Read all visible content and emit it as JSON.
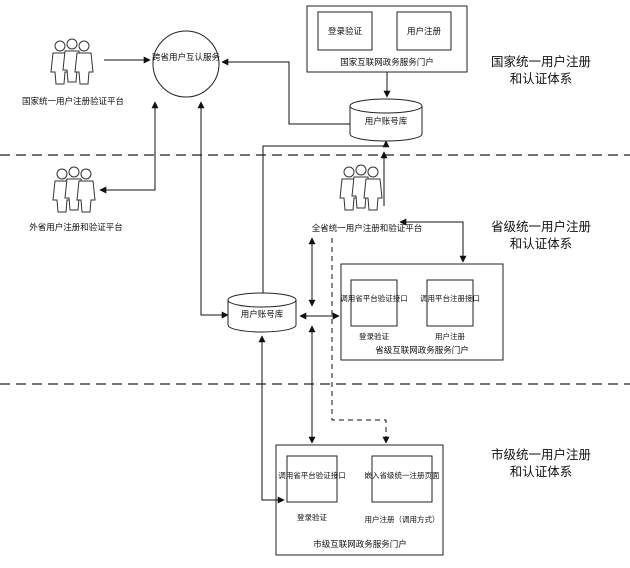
{
  "national": {
    "user_cluster_label": "国家统一用户注册验证平台",
    "cross_province_service": "跨省用户互认服务",
    "portal_title": "国家互联网政务服务门户",
    "register": "用户注册",
    "login": "登录验证",
    "account_db": "用户账号库",
    "section_title_line1": "国家统一用户注册",
    "section_title_line2": "和认证体系"
  },
  "other_province": {
    "platform_label": "外省用户注册和验证平台"
  },
  "province": {
    "platform_label": "全省统一用户注册和验证平台",
    "account_db": "用户账号库",
    "portal_title": "省级互联网政务服务门户",
    "register_iface": "调用平台注册接口",
    "login_iface": "调用省平台验证接口",
    "register_label": "用户注册",
    "login_label": "登录验证",
    "section_title_line1": "省级统一用户注册",
    "section_title_line2": "和认证体系"
  },
  "city": {
    "portal_title": "市级互联网政务服务门户",
    "embed_page": "嵌入省级统一注册页面",
    "register_label": "用户注册（调用方式）",
    "login_iface": "调用省平台验证接口",
    "login_label": "登录验证",
    "section_title_line1": "市级统一用户注册",
    "section_title_line2": "和认证体系"
  },
  "colors": {
    "line": "#111111",
    "border": "#222222",
    "background": "#ffffff"
  }
}
